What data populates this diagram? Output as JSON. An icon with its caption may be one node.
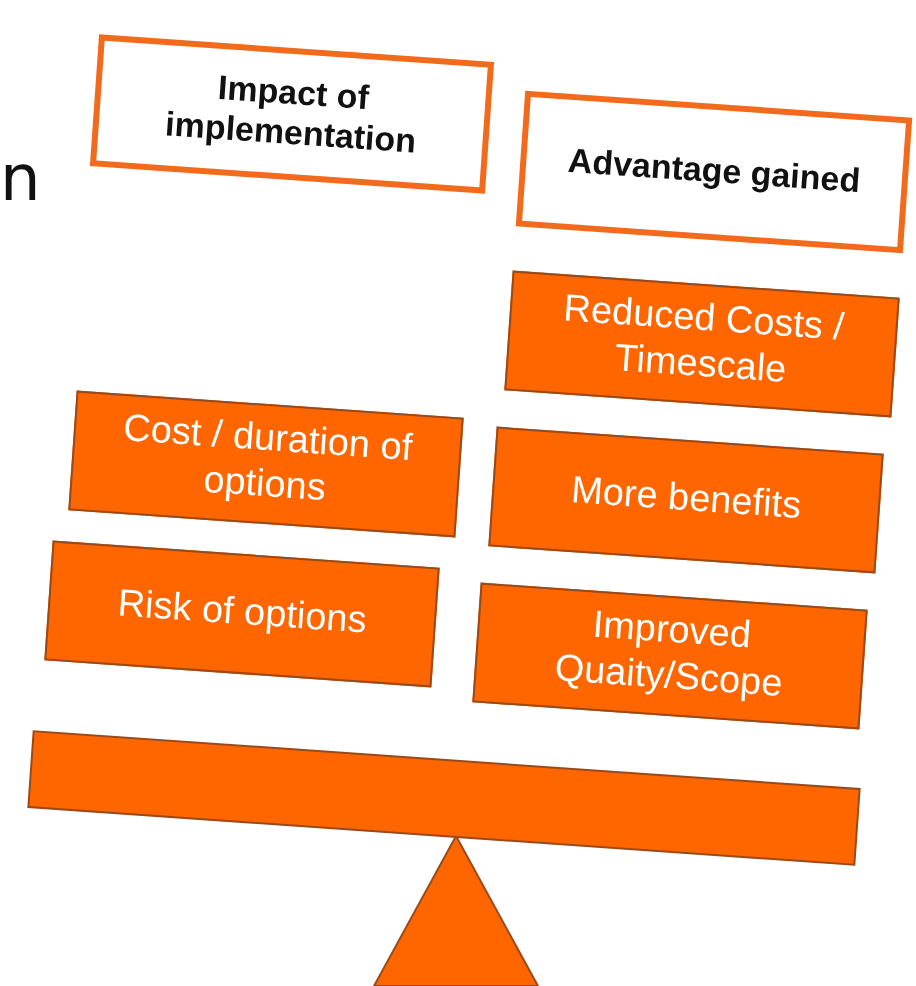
{
  "diagram": {
    "nodes": [
      {
        "text": [
          "Impact of implementation"
        ]
      },
      {
        "text": [
          "Advantage gained"
        ]
      },
      {
        "text": [
          "Reduced Costs / Timescale"
        ]
      },
      {
        "text": [
          "Cost / duration of options"
        ]
      },
      {
        "text": [
          "More benefits"
        ]
      },
      {
        "text": [
          "Risk of options"
        ]
      },
      {
        "text": [
          "Improved Quaity/Scope"
        ]
      }
    ],
    "labels": [
      "n"
    ]
  }
}
